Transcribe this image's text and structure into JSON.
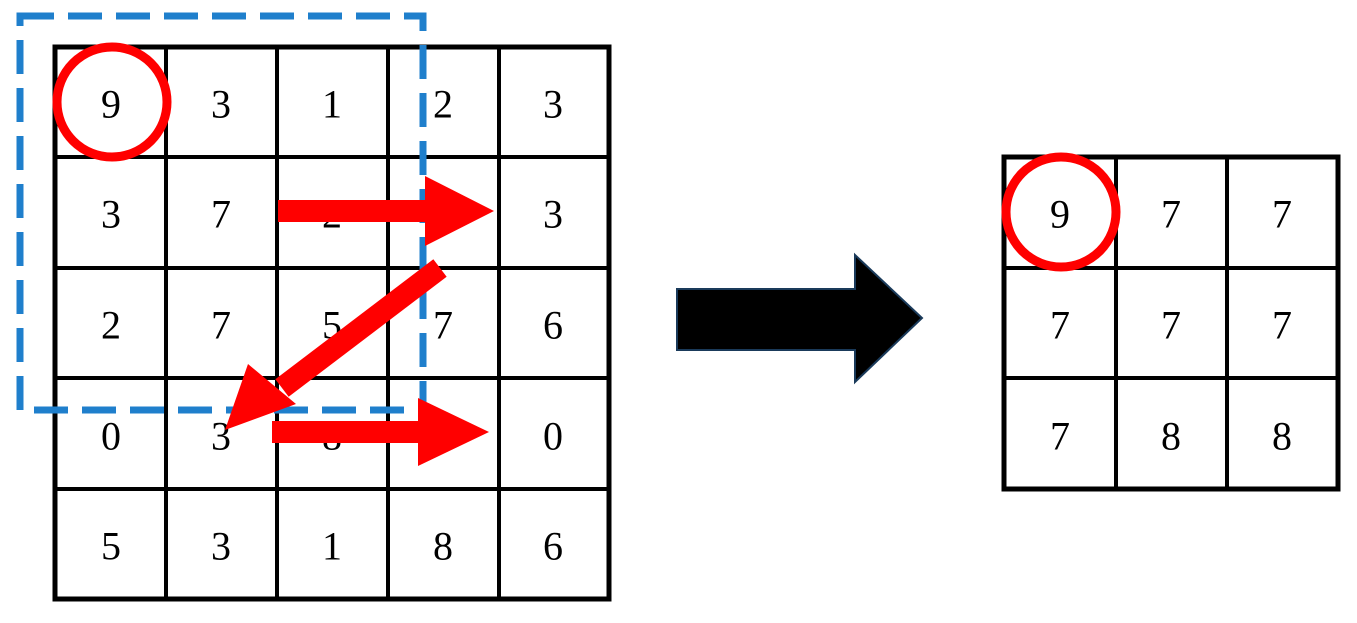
{
  "input_matrix": {
    "rows": [
      [
        "9",
        "3",
        "1",
        "2",
        "3"
      ],
      [
        "3",
        "7",
        "2",
        "",
        "3"
      ],
      [
        "2",
        "7",
        "5",
        "7",
        "6"
      ],
      [
        "0",
        "3",
        "8",
        "",
        "0"
      ],
      [
        "5",
        "3",
        "1",
        "8",
        "6"
      ]
    ]
  },
  "output_matrix": {
    "rows": [
      [
        "9",
        "7",
        "7"
      ],
      [
        "7",
        "7",
        "7"
      ],
      [
        "7",
        "8",
        "8"
      ]
    ]
  },
  "colors": {
    "grid": "#000000",
    "highlight": "#ff0000",
    "window": "#1f7fcc",
    "big_arrow": "#000000"
  }
}
